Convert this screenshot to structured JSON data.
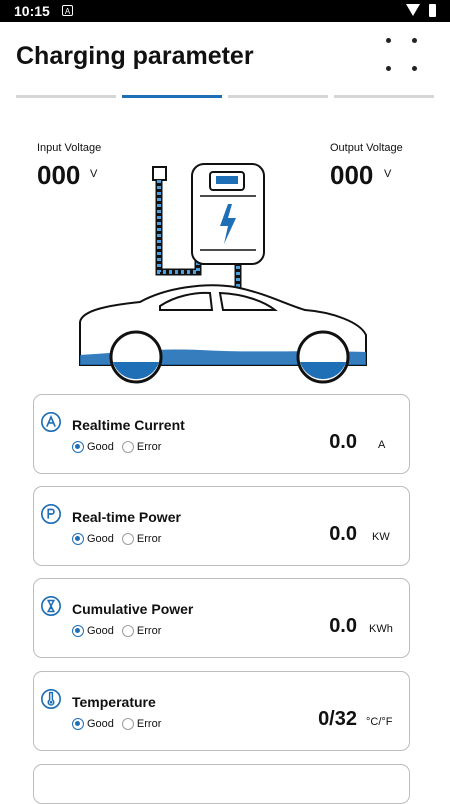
{
  "status": {
    "time": "10:15",
    "notif_glyph": "A"
  },
  "header": {
    "title": "Charging parameter"
  },
  "tabs": [
    {
      "active": false
    },
    {
      "active": true
    },
    {
      "active": false
    },
    {
      "active": false
    }
  ],
  "voltage": {
    "input_label": "Input Voltage",
    "input_value": "000",
    "input_unit": "V",
    "output_label": "Output Voltage",
    "output_value": "000",
    "output_unit": "V"
  },
  "colors": {
    "accent": "#1f6fb6",
    "water": "#1f6fb6",
    "card_border": "#bdbdbd"
  },
  "cards": [
    {
      "name": "Realtime Current",
      "icon": "ampere-icon",
      "good": "Good",
      "error": "Error",
      "selected": "Good",
      "value": "0.0",
      "unit": "A"
    },
    {
      "name": "Real-time Power",
      "icon": "power-p-icon",
      "good": "Good",
      "error": "Error",
      "selected": "Good",
      "value": "0.0",
      "unit": "KW"
    },
    {
      "name": "Cumulative Power",
      "icon": "hourglass-icon",
      "good": "Good",
      "error": "Error",
      "selected": "Good",
      "value": "0.0",
      "unit": "KWh"
    },
    {
      "name": "Temperature",
      "icon": "thermometer-icon",
      "good": "Good",
      "error": "Error",
      "selected": "Good",
      "value": "0/32",
      "unit": "°C/°F"
    }
  ]
}
